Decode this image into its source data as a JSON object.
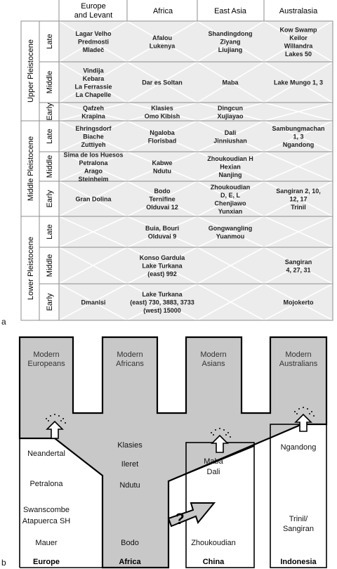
{
  "panel_a": {
    "letter": "a",
    "columns": [
      "Europe\nand Levant",
      "Africa",
      "East Asia",
      "Australasia"
    ],
    "epochs": [
      {
        "name": "Upper Pleistocene",
        "subperiods": [
          {
            "name": "Late",
            "cells": [
              [
                "Lagar Velho",
                "Predmosti",
                "Mladeč"
              ],
              [
                "Afalou",
                "Lukenya"
              ],
              [
                "Shandingdong",
                "Ziyang",
                "Liujiang"
              ],
              [
                "Kow Swamp",
                "Keilor",
                "Willandra",
                "Lakes 50"
              ]
            ]
          },
          {
            "name": "Middle",
            "cells": [
              [
                "Vindija",
                "Kebara",
                "La Ferrassie",
                "La Chapelle"
              ],
              [
                "Dar es Soltan"
              ],
              [
                "Maba"
              ],
              [
                "Lake Mungo 1, 3"
              ]
            ]
          },
          {
            "name": "Early",
            "cells": [
              [
                "Qafzeh",
                "Krapina"
              ],
              [
                "Klasies",
                "Omo Kibish"
              ],
              [
                "Dingcun",
                "Xujiayao"
              ],
              []
            ]
          }
        ]
      },
      {
        "name": "Middle Pleistocene",
        "subperiods": [
          {
            "name": "Late",
            "cells": [
              [
                "Ehringsdorf",
                "Biache",
                "Zuttiyeh"
              ],
              [
                "Ngaloba",
                "Florisbad"
              ],
              [
                "Dali",
                "Jinniushan"
              ],
              [
                "Sambungmachan",
                "1, 3",
                "Ngandong"
              ]
            ]
          },
          {
            "name": "Middle",
            "cells": [
              [
                "Sima de los Huesos",
                "Petralona",
                "Arago",
                "Steinheim"
              ],
              [
                "Kabwe",
                "Ndutu"
              ],
              [
                "Zhoukoudian H",
                "Hexian",
                "Nanjing"
              ],
              []
            ]
          },
          {
            "name": "Early",
            "cells": [
              [
                "Gran Dolina"
              ],
              [
                "Bodo",
                "Ternifine",
                "Olduvai 12"
              ],
              [
                "Zhoukoudian",
                "D, E, L",
                "Chenjiawo",
                "Yunxian"
              ],
              [
                "Sangiran 2, 10,",
                "12, 17",
                "Trinil"
              ]
            ]
          }
        ]
      },
      {
        "name": "Lower Pleistocene",
        "subperiods": [
          {
            "name": "Late",
            "cells": [
              [],
              [
                "Buia, Bouri",
                "Olduvai 9"
              ],
              [
                "Gongwangling",
                "Yuanmou"
              ],
              []
            ]
          },
          {
            "name": "Middle",
            "cells": [
              [],
              [
                "Konso Gardula",
                "Lake Turkana",
                "(east) 992"
              ],
              [],
              [
                "Sangiran",
                "4, 27, 31"
              ]
            ]
          },
          {
            "name": "Early",
            "cells": [
              [
                "Dmanisi"
              ],
              [
                "Lake Turkana",
                "(east) 730, 3883, 3733",
                "(west) 15000"
              ],
              [],
              [
                "Mojokerto"
              ]
            ]
          }
        ]
      }
    ]
  },
  "panel_b": {
    "letter": "b",
    "branches": [
      {
        "top": [
          "Modern",
          "Europeans"
        ],
        "sites": [
          "Neandertal",
          "Petralona",
          "Swanscombe",
          "Atapuerca SH",
          "Mauer"
        ],
        "region": "Europe"
      },
      {
        "top": [
          "Modern",
          "Africans"
        ],
        "sites": [
          "Klasies",
          "Ileret",
          "Ndutu",
          "Bodo"
        ],
        "region": "Africa"
      },
      {
        "top": [
          "Modern",
          "Asians"
        ],
        "sites": [
          "Maba",
          "Dali",
          "Zhoukoudian"
        ],
        "region": "China"
      },
      {
        "top": [
          "Modern",
          "Australians"
        ],
        "sites": [
          "Ngandong",
          "Trinil/",
          "Sangiran"
        ],
        "region": "Indonesia"
      }
    ],
    "question_mark": "?"
  },
  "colors": {
    "table_bg": "#ececec",
    "grid_line": "#8c8c8c",
    "diagonal_line": "#ffffff",
    "tree_fill": "#c8c8c8",
    "stroke": "#000000"
  }
}
